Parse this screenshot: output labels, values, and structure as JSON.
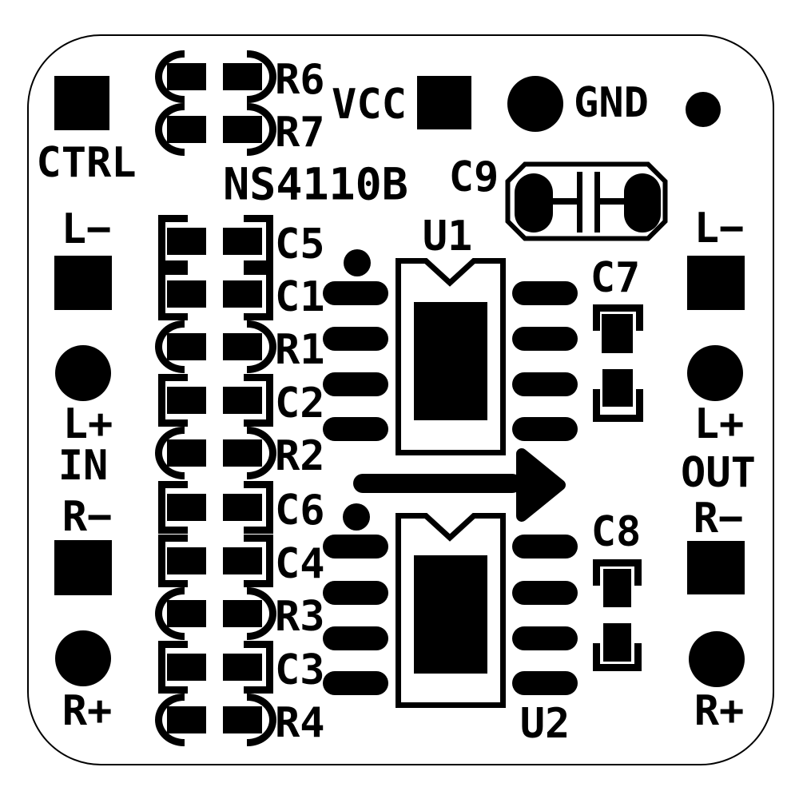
{
  "board": {
    "part_number": "NS4110B",
    "silk_color": "#000000",
    "board_color": "#ffffff"
  },
  "labels": {
    "ctrl": "CTRL",
    "vcc": "VCC",
    "gnd": "GND",
    "in": "IN",
    "out": "OUT",
    "l_minus": "L−",
    "l_plus": "L+",
    "r_minus": "R−",
    "r_plus": "R+"
  },
  "components": {
    "rows": [
      {
        "ref": "R6",
        "type": "resistor"
      },
      {
        "ref": "R7",
        "type": "resistor"
      },
      {
        "ref": "C5",
        "type": "capacitor"
      },
      {
        "ref": "C1",
        "type": "capacitor"
      },
      {
        "ref": "R1",
        "type": "resistor"
      },
      {
        "ref": "C2",
        "type": "capacitor"
      },
      {
        "ref": "R2",
        "type": "resistor"
      },
      {
        "ref": "C6",
        "type": "capacitor"
      },
      {
        "ref": "C4",
        "type": "capacitor"
      },
      {
        "ref": "R3",
        "type": "resistor"
      },
      {
        "ref": "C3",
        "type": "capacitor"
      },
      {
        "ref": "R4",
        "type": "resistor"
      }
    ],
    "ics": [
      {
        "ref": "U1"
      },
      {
        "ref": "U2"
      }
    ],
    "vertical_caps": [
      {
        "ref": "C7"
      },
      {
        "ref": "C8"
      }
    ],
    "top_cap": {
      "ref": "C9"
    }
  }
}
